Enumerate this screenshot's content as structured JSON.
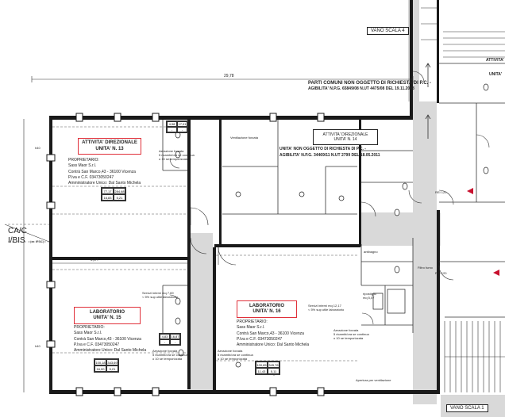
{
  "stair_labels": {
    "top": "VANO SCALA 4",
    "bottom": "VANO SCALA 1"
  },
  "common_parts": {
    "line1": "PARTI COMUNI NON OGGETTO DI RICHIESTA DI P.C. -",
    "line2": "AGIBILITA' N.P.G. 65849/08 N.UT 4475/08 DEL 19.11.2008"
  },
  "unit14_note": {
    "line1": "UNITA' NON OGGETTO DI RICHIESTA DI P.C. -",
    "line2": "AGIBILITA' N.P.G. 34469/11 N.UT 2799 DEL 18.05.2011"
  },
  "axis_label": {
    "line1": "CA/C",
    "line2": "I/BIS",
    "suffix": "(ex IPEC)"
  },
  "dimension_top": "29,78",
  "dimension_mid": "9,64",
  "units": {
    "u13": {
      "title": "ATTIVITA' DIREZIONALE",
      "number": "UNITA' N. 13"
    },
    "u14": {
      "title": "ATTIVITA' DIREZIONALE",
      "number": "UNITA' N. 14"
    },
    "u15": {
      "title": "LABORATORIO",
      "number": "UNITA' N. 15"
    },
    "u16": {
      "title": "LABORATORIO",
      "number": "UNITA' N. 16"
    },
    "right": {
      "title": "ATTIVITA'",
      "sub": "UNITA'"
    }
  },
  "owner": {
    "heading": "PROPRIETARIO:",
    "company": "Sass Maor S.r.l.",
    "address": "Contrà San Marco,43 - 36100 Vicenza",
    "vat": "P.Iva e C.F. 03473050247",
    "admin": "Amministratore Unico: Dal Santo Michela"
  },
  "surfaces": {
    "s13": [
      "77,17",
      "284,68",
      "16,83",
      "5,21"
    ],
    "s13b": [
      "4,98",
      "17,01",
      "-",
      "-"
    ],
    "s15": [
      "100,18",
      "343,69",
      "16,00",
      "5,21"
    ],
    "s15b": [
      "4,83",
      "16,87",
      "-",
      "-"
    ],
    "s16": [
      "100,65",
      "345,76",
      "11,43",
      "5,11"
    ]
  },
  "notes": {
    "aeration": [
      "Aerazione forzata",
      "5 ricambi/ora se continua",
      "o 10 se temporizzata"
    ],
    "ventilation": "Ventilazione forzata",
    "lab15_services": [
      "Servizi interni mq 7,69",
      "< 5% sup utile laboratorio"
    ],
    "lab16_services": [
      "Servizi interni mq 12,17",
      "< 5% sup utile laboratorio"
    ],
    "smoke_filter": "Filtro fumo",
    "storage": [
      "ripostiglio",
      "mq 5,07"
    ],
    "antibagno": "antibagno",
    "opening": "Apertura per ventilazione",
    "ref1": "REI 120",
    "ref2": "REI 120",
    "h1": "h40",
    "h2": "h40"
  },
  "colors": {
    "wall": "#1a1a1a",
    "line": "#333333",
    "highlight": "#e0303a",
    "corridor": "#d6d6d6",
    "accent": "#c8102e"
  }
}
